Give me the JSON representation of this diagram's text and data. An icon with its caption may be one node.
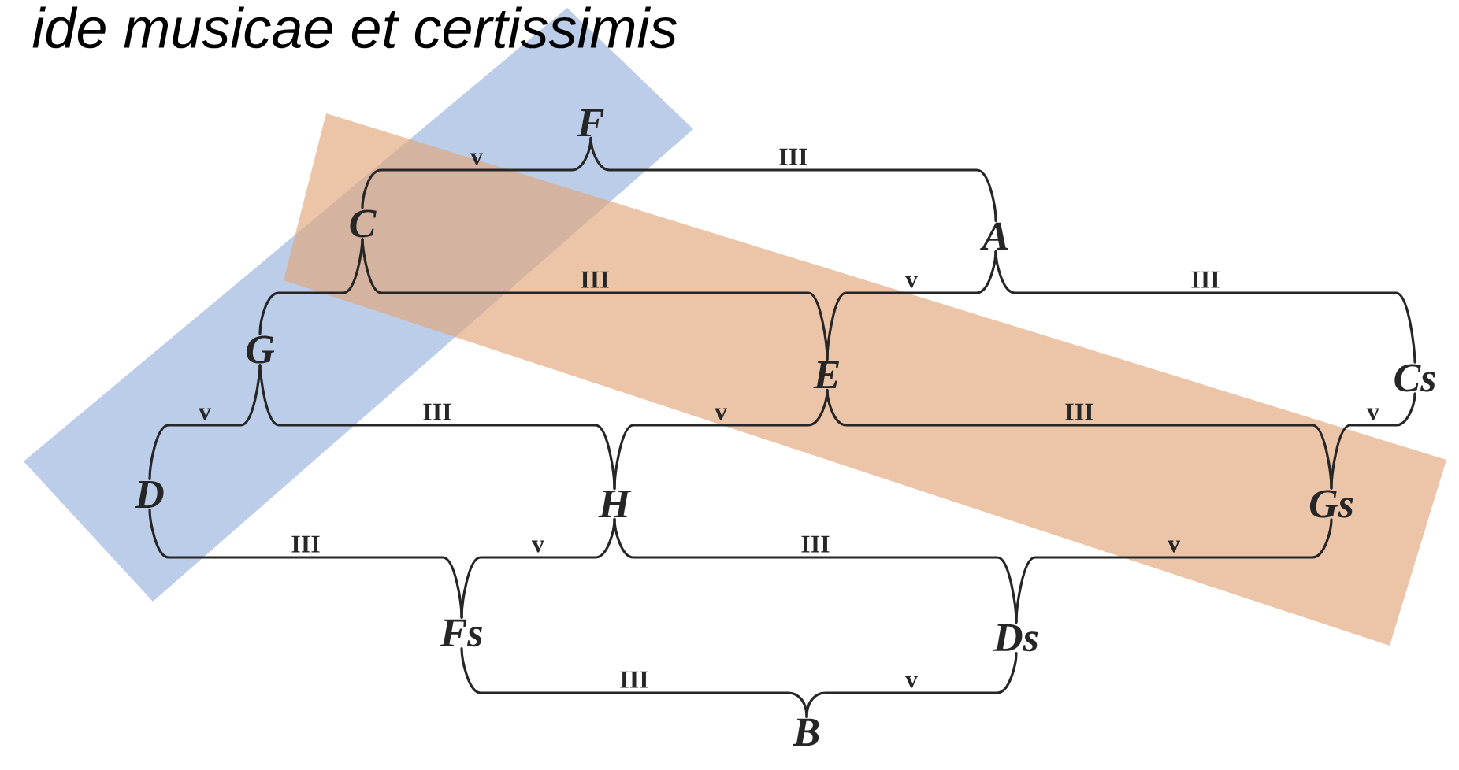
{
  "diagram": {
    "title": "ide musicae et certissimis",
    "nodes": [
      {
        "text": [
          "F"
        ]
      },
      {
        "text": [
          "C"
        ]
      },
      {
        "text": [
          "A"
        ]
      },
      {
        "text": [
          "G"
        ]
      },
      {
        "text": [
          "E"
        ]
      },
      {
        "text": [
          "Cs"
        ]
      },
      {
        "text": [
          "D"
        ]
      },
      {
        "text": [
          "H"
        ]
      },
      {
        "text": [
          "Gs"
        ]
      },
      {
        "text": [
          "Fs"
        ]
      },
      {
        "text": [
          "Ds"
        ]
      },
      {
        "text": [
          "B"
        ]
      }
    ],
    "edges": [
      {
        "from": 0,
        "to": 1,
        "arrow": "none",
        "label": "v"
      },
      {
        "from": 0,
        "to": 2,
        "arrow": "none",
        "label": "III"
      },
      {
        "from": 1,
        "to": 3,
        "arrow": "none"
      },
      {
        "from": 1,
        "to": 4,
        "arrow": "none",
        "label": "III"
      },
      {
        "from": 2,
        "to": 4,
        "arrow": "none",
        "label": "v"
      },
      {
        "from": 2,
        "to": 5,
        "arrow": "none",
        "label": "III"
      },
      {
        "from": 3,
        "to": 6,
        "arrow": "none",
        "label": "v"
      },
      {
        "from": 3,
        "to": 7,
        "arrow": "none",
        "label": "III"
      },
      {
        "from": 4,
        "to": 7,
        "arrow": "none",
        "label": "v"
      },
      {
        "from": 4,
        "to": 8,
        "arrow": "none",
        "label": "III"
      },
      {
        "from": 5,
        "to": 8,
        "arrow": "none",
        "label": "v"
      },
      {
        "from": 6,
        "to": 9,
        "arrow": "none",
        "label": "III"
      },
      {
        "from": 7,
        "to": 9,
        "arrow": "none",
        "label": "v"
      },
      {
        "from": 7,
        "to": 10,
        "arrow": "none",
        "label": "III"
      },
      {
        "from": 8,
        "to": 10,
        "arrow": "none",
        "label": "v"
      },
      {
        "from": 9,
        "to": 11,
        "arrow": "none",
        "label": "III"
      },
      {
        "from": 10,
        "to": 11,
        "arrow": "none",
        "label": "v"
      }
    ]
  }
}
